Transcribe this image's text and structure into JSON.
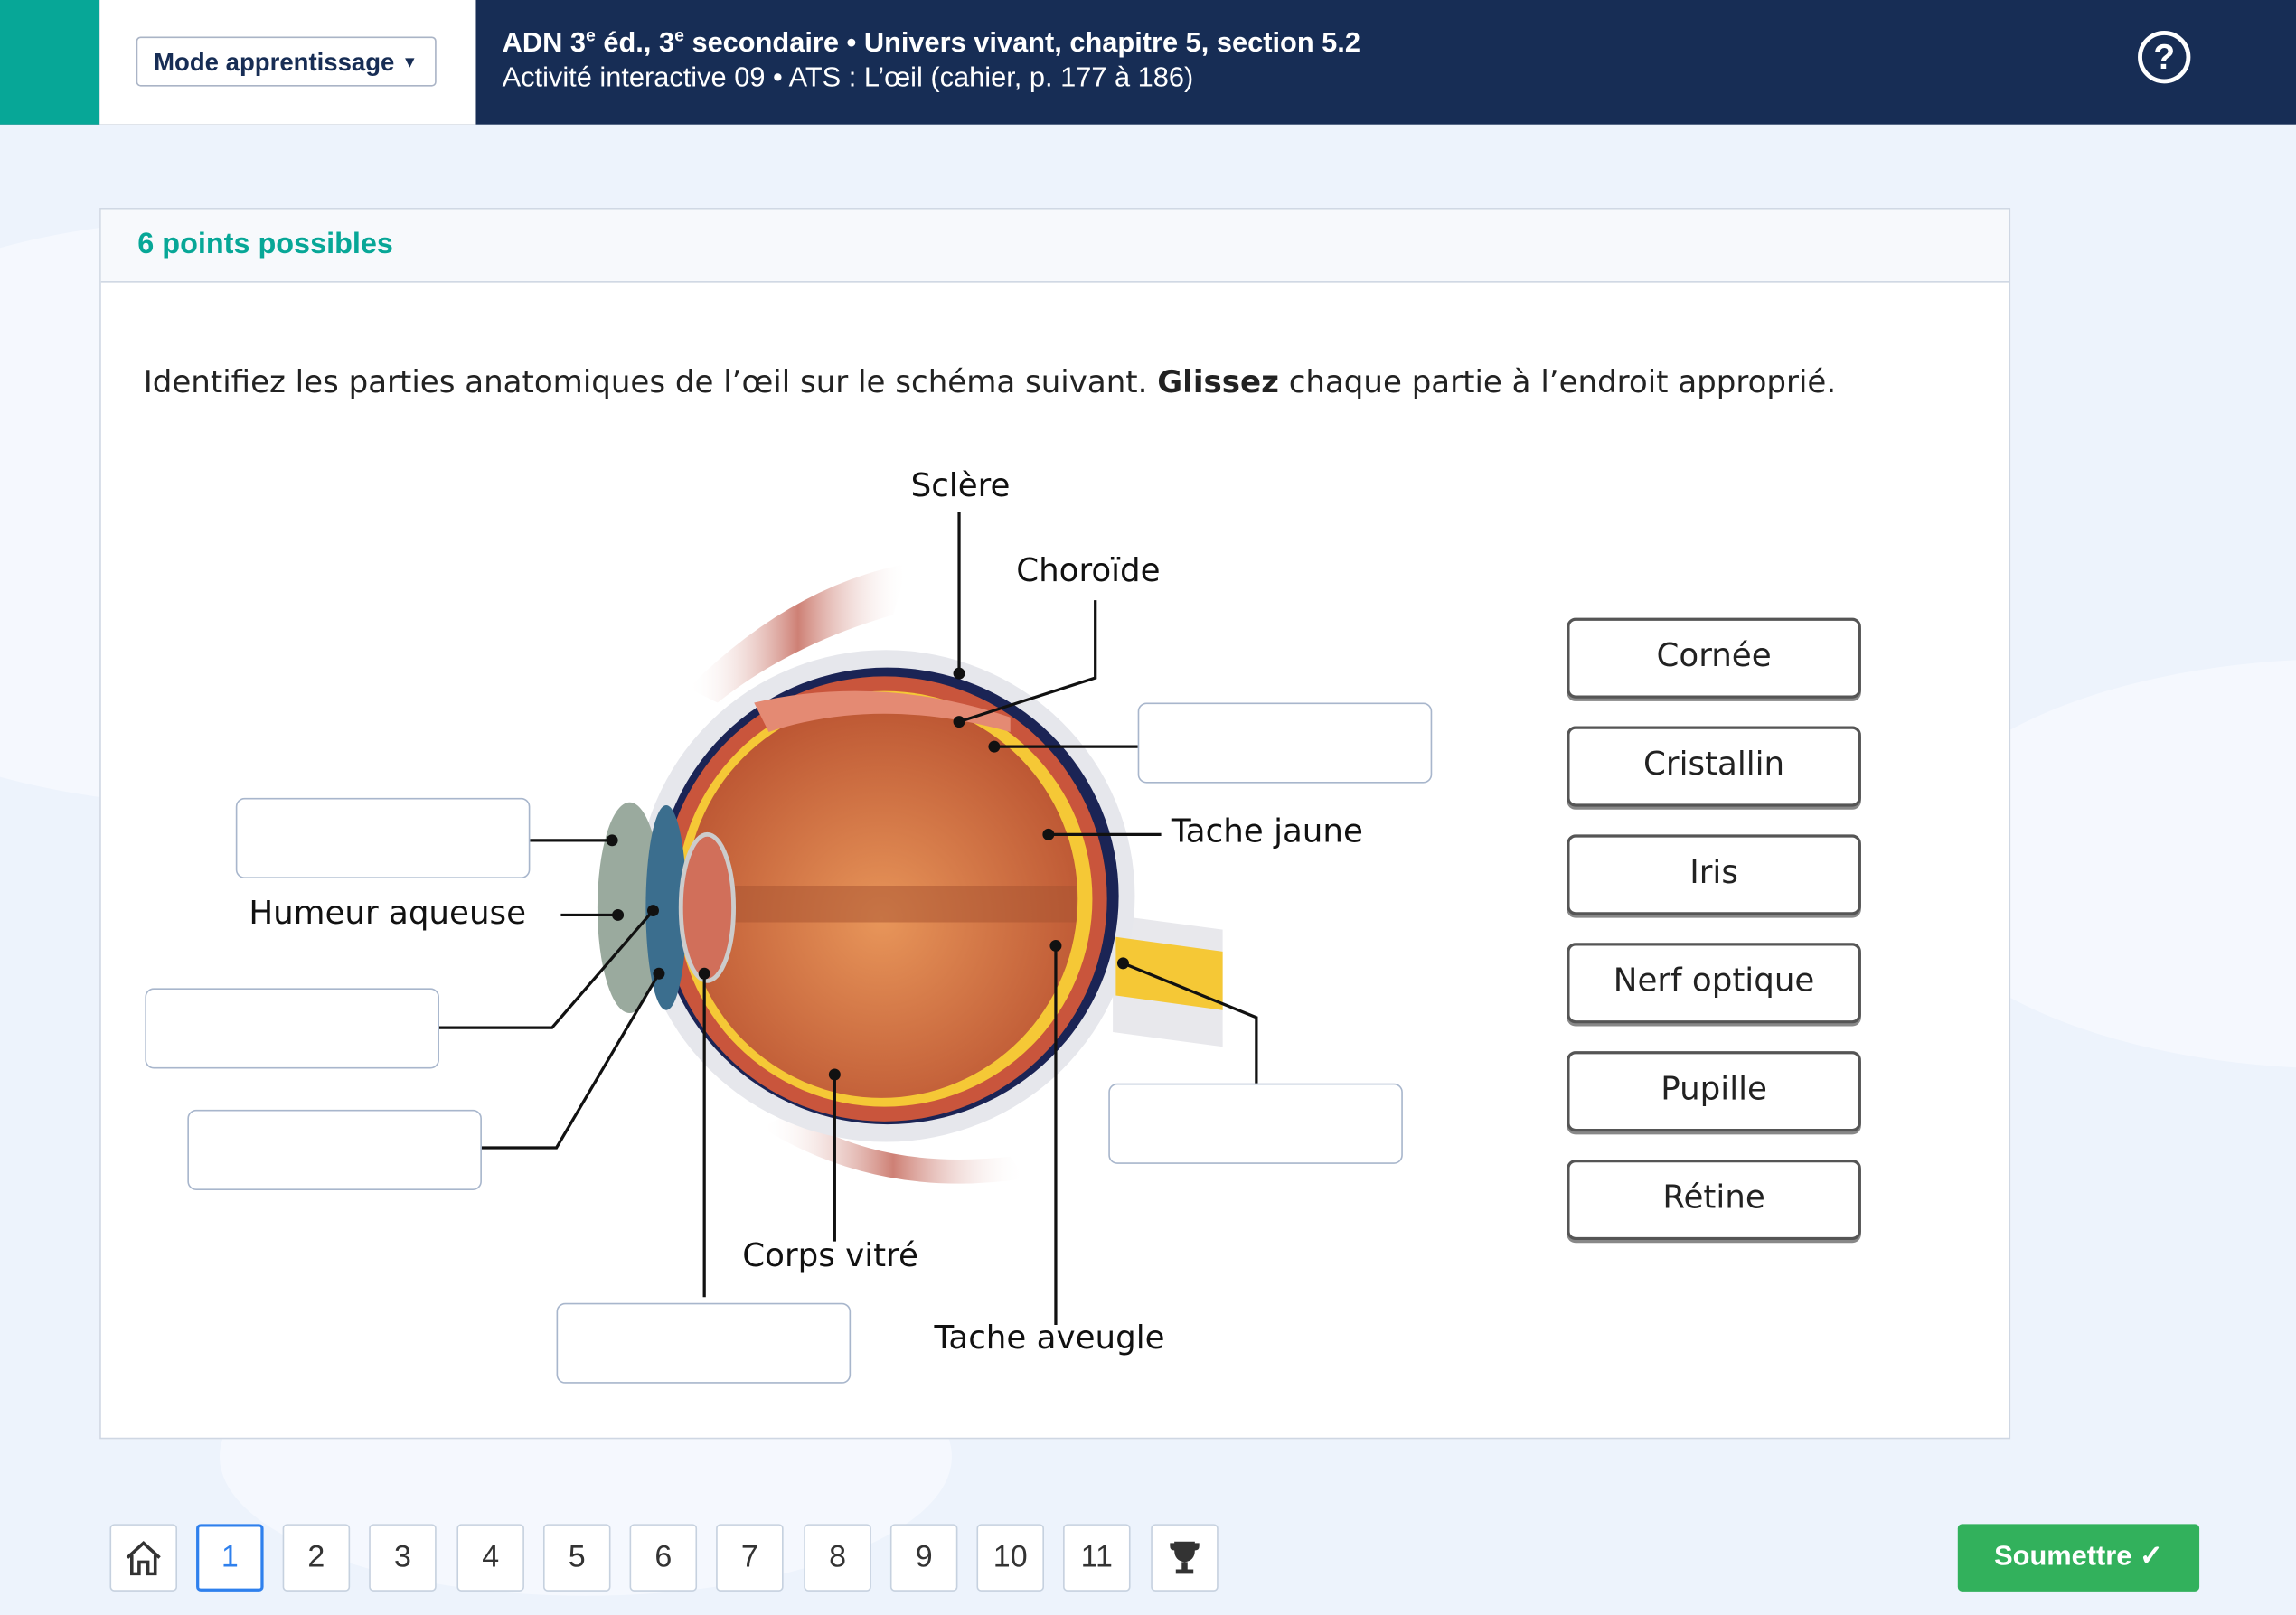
{
  "header": {
    "mode_label": "Mode apprentissage",
    "title_a": "ADN 3",
    "title_sup1": "e",
    "title_b": " éd., 3",
    "title_sup2": "e",
    "title_c": " secondaire • Univers vivant, chapitre 5, section 5.2",
    "subtitle": "Activité interactive 09 • ATS : L’œil (cahier, p. 177 à 186)",
    "help": "?"
  },
  "card": {
    "points": "6 points possibles",
    "instruction_a": "Identifiez les parties anatomiques de l’œil sur le schéma suivant. ",
    "instruction_bold": "Glissez",
    "instruction_b": " chaque partie à l’endroit approprié."
  },
  "diagram": {
    "labels": [
      "Sclère",
      "Choroïde",
      "Tache jaune",
      "Humeur aqueuse",
      "Corps vitré",
      "Tache aveugle"
    ]
  },
  "word_bank": [
    "Cornée",
    "Cristallin",
    "Iris",
    "Nerf optique",
    "Pupille",
    "Rétine"
  ],
  "footer": {
    "pages": [
      "1",
      "2",
      "3",
      "4",
      "5",
      "6",
      "7",
      "8",
      "9",
      "10",
      "11"
    ],
    "current_page": "1",
    "submit": "Soumettre ✓"
  },
  "colors": {
    "navy": "#172d55",
    "teal": "#07a797",
    "green": "#32b15c",
    "active": "#2f80ed"
  }
}
